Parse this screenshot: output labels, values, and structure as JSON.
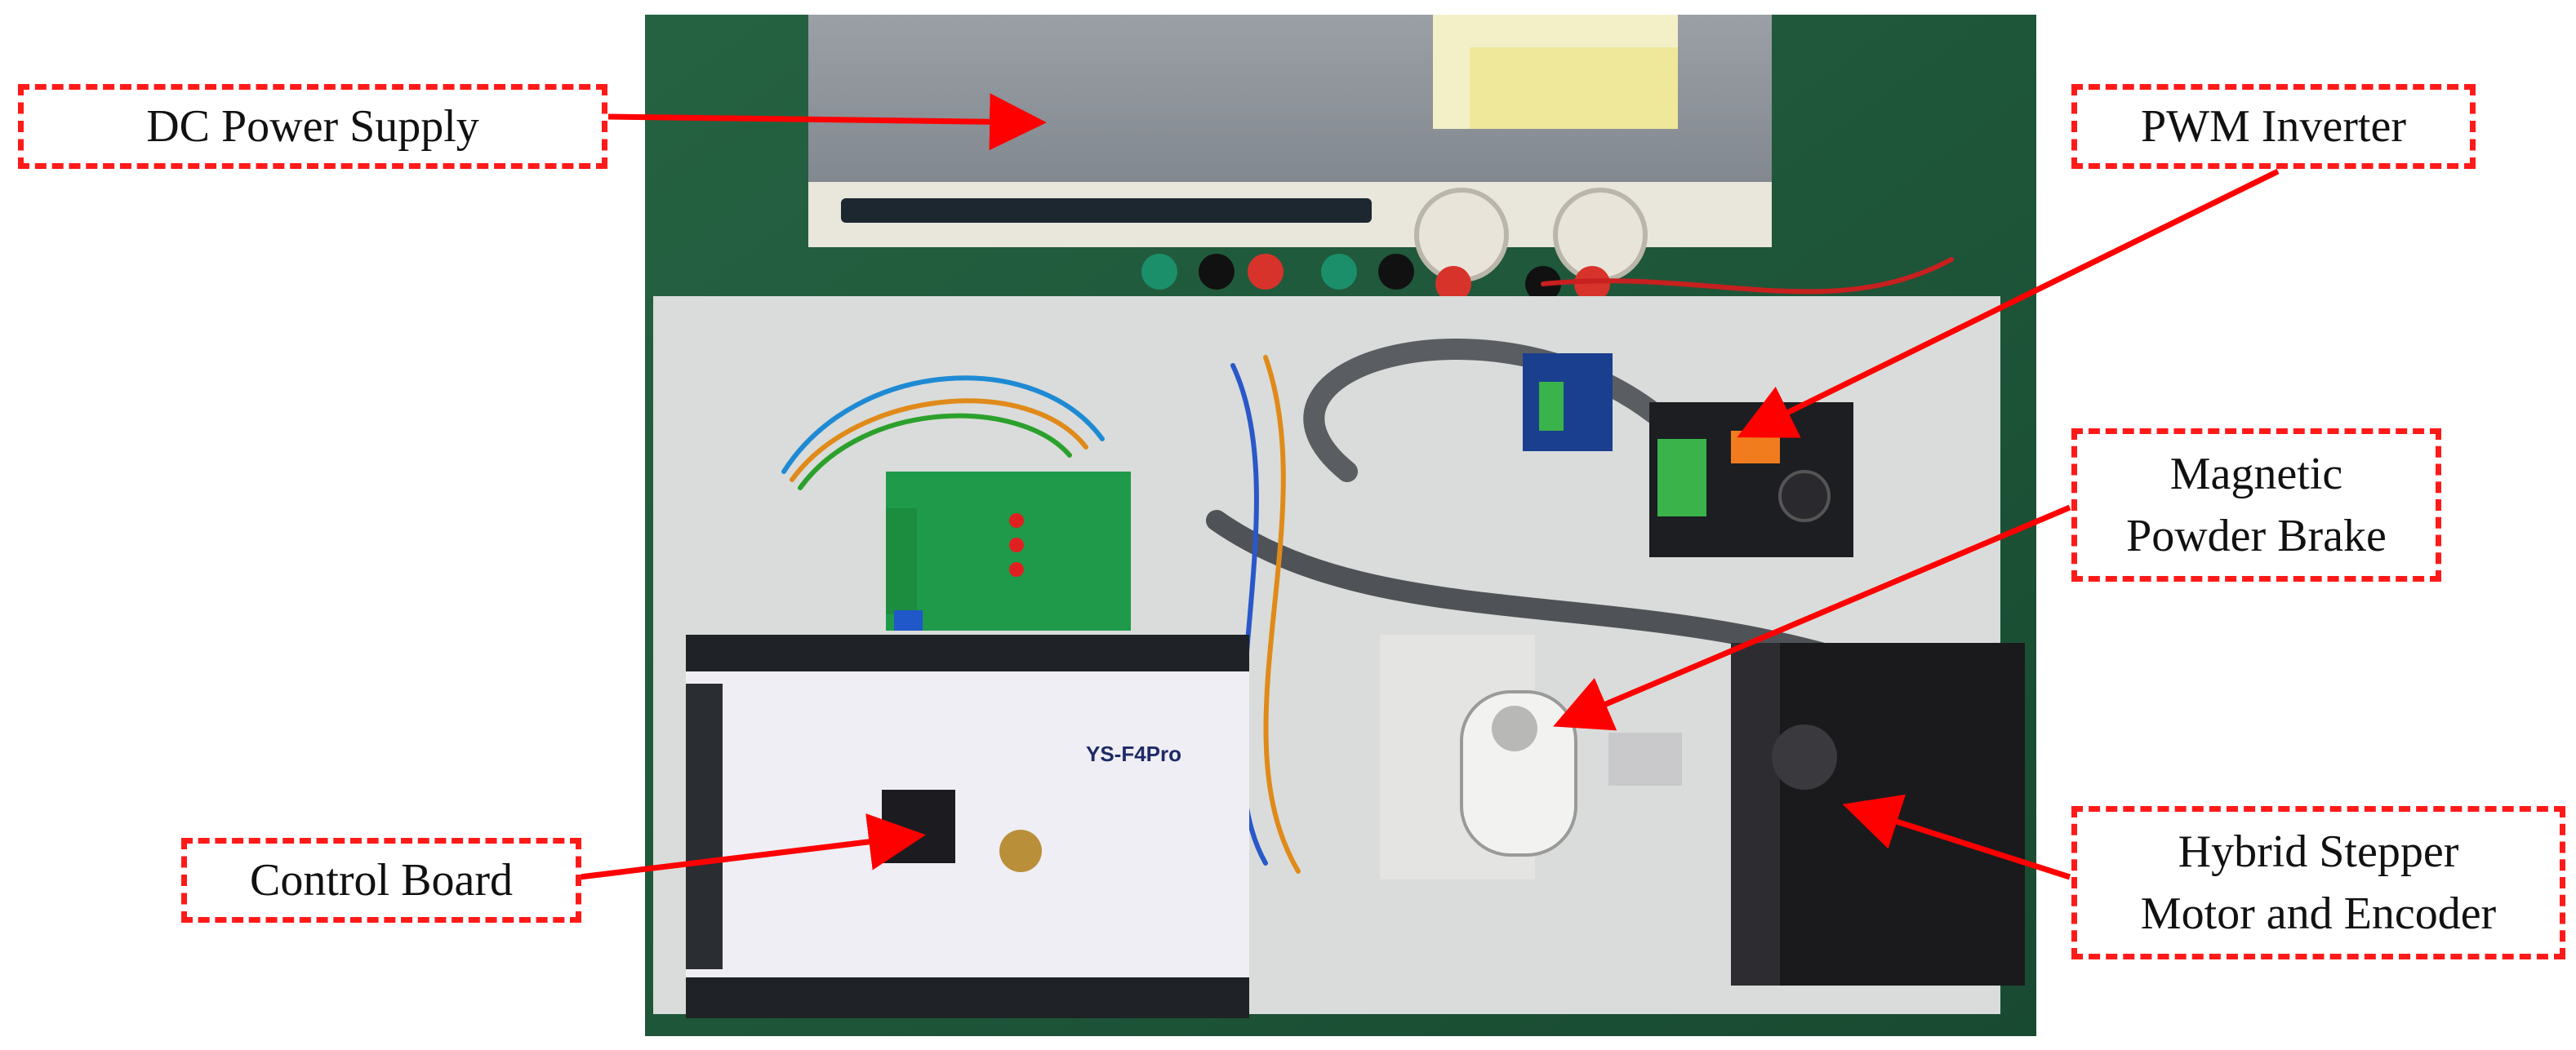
{
  "labels": {
    "dc_power_supply": "DC Power Supply",
    "pwm_inverter": "PWM Inverter",
    "magnetic_powder_brake": [
      "Magnetic",
      "Powder Brake"
    ],
    "control_board": "Control Board",
    "hybrid_stepper_motor": [
      "Hybrid Stepper",
      "Motor and Encoder"
    ]
  },
  "photo_text": {
    "board_model": "YS-F4Pro"
  },
  "colors": {
    "callout_border": "#ff1a1a",
    "arrow": "#ff0000",
    "table_green": "#1f5a3c",
    "baseboard": "#d9dcda"
  }
}
